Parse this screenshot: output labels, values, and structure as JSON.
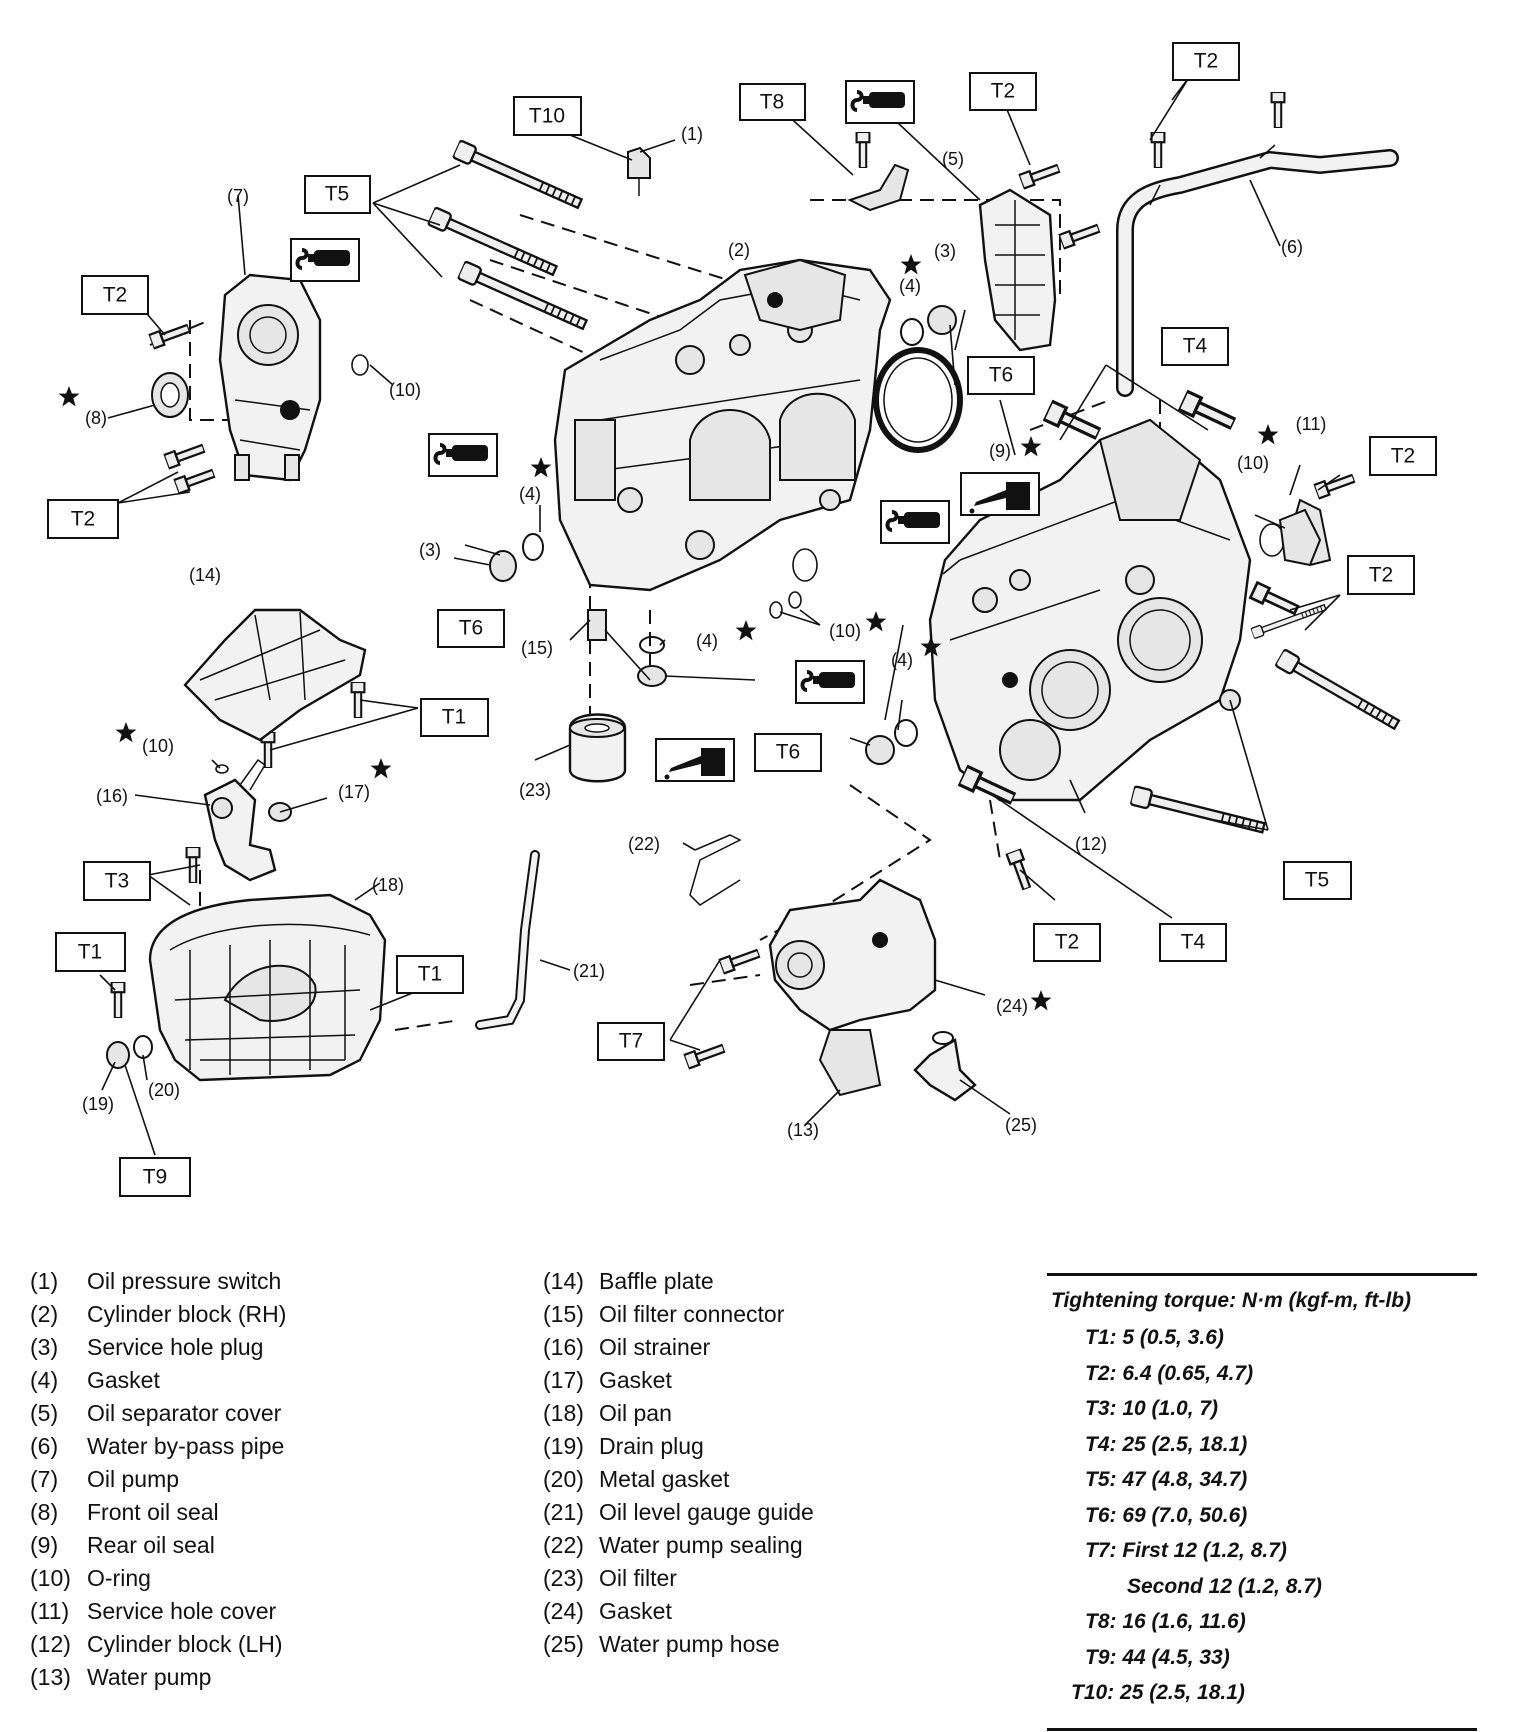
{
  "diagram": {
    "torque_boxes": [
      "T1",
      "T2",
      "T3",
      "T4",
      "T5",
      "T6",
      "T7",
      "T8",
      "T9",
      "T10"
    ],
    "callouts": [
      "(1)",
      "(2)",
      "(3)",
      "(4)",
      "(5)",
      "(6)",
      "(7)",
      "(8)",
      "(9)",
      "(10)",
      "(11)",
      "(12)",
      "(13)",
      "(14)",
      "(15)",
      "(16)",
      "(17)",
      "(18)",
      "(19)",
      "(20)",
      "(21)",
      "(22)",
      "(23)",
      "(24)",
      "(25)"
    ]
  },
  "legend": {
    "col1": [
      {
        "num": "(1)",
        "name": "Oil pressure switch"
      },
      {
        "num": "(2)",
        "name": "Cylinder block (RH)"
      },
      {
        "num": "(3)",
        "name": "Service hole plug"
      },
      {
        "num": "(4)",
        "name": "Gasket"
      },
      {
        "num": "(5)",
        "name": "Oil separator cover"
      },
      {
        "num": "(6)",
        "name": "Water by-pass pipe"
      },
      {
        "num": "(7)",
        "name": "Oil pump"
      },
      {
        "num": "(8)",
        "name": "Front oil seal"
      },
      {
        "num": "(9)",
        "name": "Rear oil seal"
      },
      {
        "num": "(10)",
        "name": "O-ring"
      },
      {
        "num": "(11)",
        "name": "Service hole cover"
      },
      {
        "num": "(12)",
        "name": "Cylinder block (LH)"
      },
      {
        "num": "(13)",
        "name": "Water pump"
      }
    ],
    "col2": [
      {
        "num": "(14)",
        "name": "Baffle plate"
      },
      {
        "num": "(15)",
        "name": "Oil filter connector"
      },
      {
        "num": "(16)",
        "name": "Oil strainer"
      },
      {
        "num": "(17)",
        "name": "Gasket"
      },
      {
        "num": "(18)",
        "name": "Oil pan"
      },
      {
        "num": "(19)",
        "name": "Drain plug"
      },
      {
        "num": "(20)",
        "name": "Metal gasket"
      },
      {
        "num": "(21)",
        "name": "Oil level gauge guide"
      },
      {
        "num": "(22)",
        "name": "Water pump sealing"
      },
      {
        "num": "(23)",
        "name": "Oil filter"
      },
      {
        "num": "(24)",
        "name": "Gasket"
      },
      {
        "num": "(25)",
        "name": "Water pump hose"
      }
    ]
  },
  "torque": {
    "title": "Tightening torque: N·m (kgf-m, ft-lb)",
    "rows": [
      "T1: 5 (0.5, 3.6)",
      "T2: 6.4 (0.65, 4.7)",
      "T3: 10 (1.0, 7)",
      "T4: 25 (2.5, 18.1)",
      "T5: 47 (4.8, 34.7)",
      "T6: 69 (7.0, 50.6)",
      "T7: First 12 (1.2, 8.7)",
      "Second 12 (1.2, 8.7)",
      "T8: 16 (1.6, 11.6)",
      "T9: 44 (4.5, 33)",
      "T10: 25 (2.5, 18.1)"
    ]
  }
}
